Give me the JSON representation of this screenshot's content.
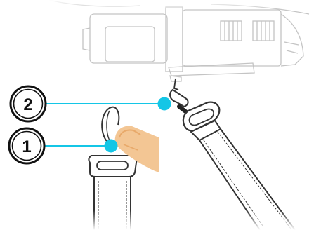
{
  "callouts": [
    {
      "number": "1",
      "name": "strap-end-clip"
    },
    {
      "number": "2",
      "name": "camera-strap-lug"
    }
  ],
  "colors": {
    "leader": "#14c6e6",
    "outline": "#333333",
    "light_outline": "#bdbdbd",
    "skin": "#f3c694",
    "skin_shade": "#e8a96a",
    "background": "#ffffff"
  }
}
